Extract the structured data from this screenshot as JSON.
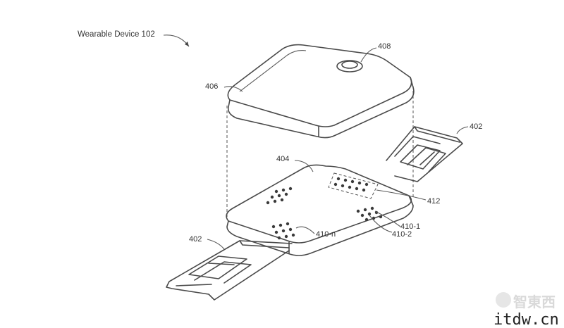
{
  "figure": {
    "title": "Wearable Device 102",
    "labels": {
      "cover": "406",
      "button": "408",
      "band_right": "402",
      "band_left": "402",
      "base": "404",
      "sensor_group": "412",
      "electrode_1": "410-1",
      "electrode_2": "410-2",
      "electrode_n": "410-n"
    }
  },
  "watermark": {
    "logo_text": "智東西",
    "site": "itdw.cn"
  },
  "colors": {
    "line": "#4a4a4a",
    "background": "#ffffff"
  }
}
